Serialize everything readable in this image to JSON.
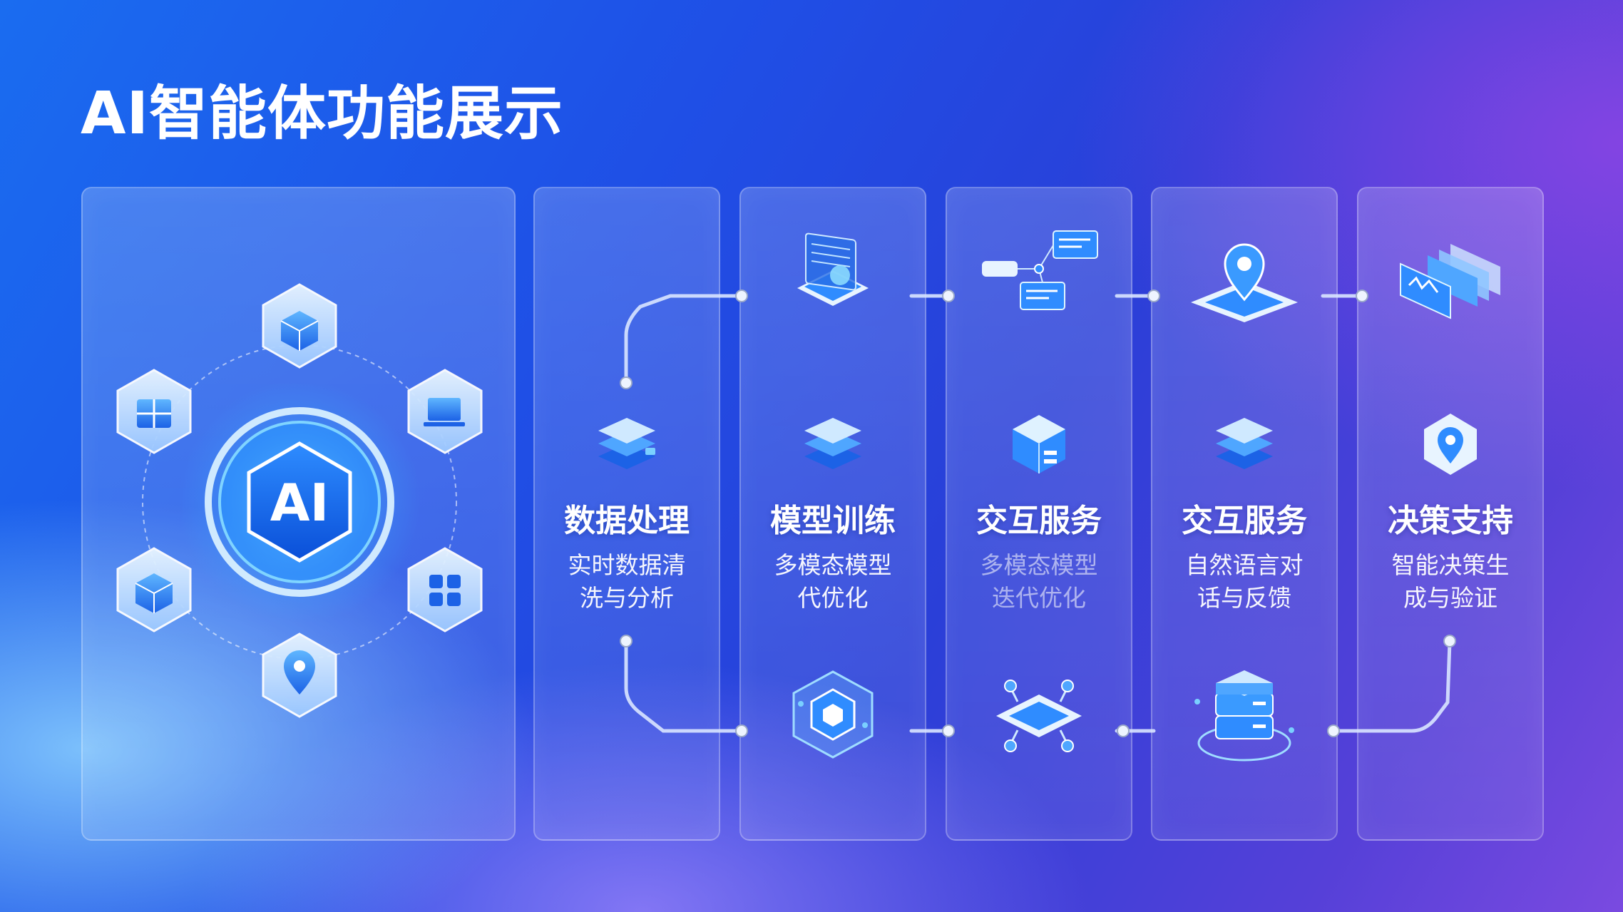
{
  "title": "AI智能体功能展示",
  "hub": {
    "center_label": "AI"
  },
  "columns": [
    {
      "label": "数据处理",
      "desc_line1": "实时数据清",
      "desc_line2": "洗与分析",
      "icon": "stacked-layers-icon"
    },
    {
      "label": "模型训练",
      "desc_line1": "多模态模型",
      "desc_line2": "代优化",
      "icon": "stacked-layers-icon"
    },
    {
      "label": "交互服务",
      "desc_line1": "多模态模型",
      "desc_line2": "迭代优化",
      "icon": "cube-server-icon"
    },
    {
      "label": "交互服务",
      "desc_line1": "自然语言对",
      "desc_line2": "话与反馈",
      "icon": "stacked-layers-icon"
    },
    {
      "label": "决策支持",
      "desc_line1": "智能决策生",
      "desc_line2": "成与验证",
      "icon": "location-pin-icon"
    }
  ],
  "colors": {
    "accent": "#2f8cff",
    "accent_light": "#7ad0ff",
    "panel_border": "#ffffff"
  }
}
